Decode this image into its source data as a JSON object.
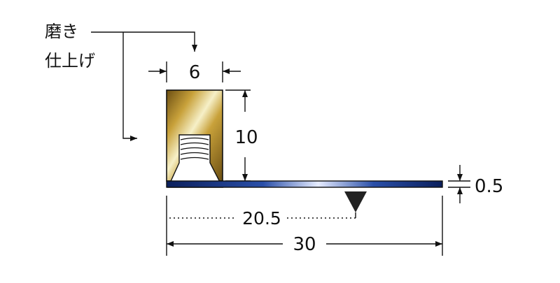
{
  "annotation": {
    "line1": "磨き",
    "line2": "仕上げ"
  },
  "dimensions": {
    "width_top": "6",
    "height": "10",
    "thickness": "0.5",
    "offset": "20.5",
    "total_length": "30"
  },
  "colors": {
    "brass_light": "#f6f0c8",
    "brass_mid": "#c8a13a",
    "brass_dark": "#6b4e12",
    "plate_dark": "#0b1f5c",
    "plate_light": "#e6ecff",
    "line": "#111111"
  },
  "icons": {
    "datum_marker": "downward-triangle-icon"
  }
}
